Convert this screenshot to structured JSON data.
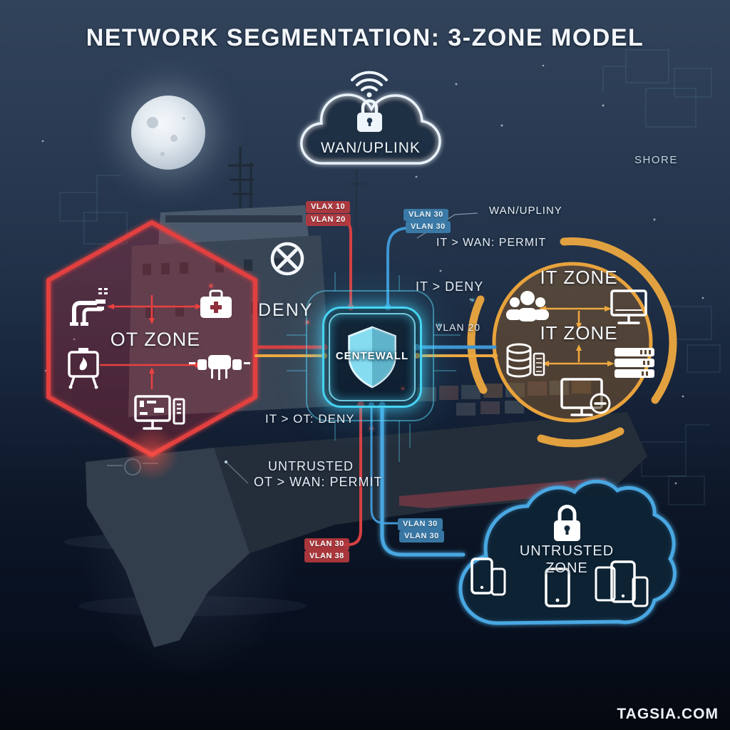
{
  "title": "NETWORK SEGMENTATION: 3-ZONE MODEL",
  "watermark": "TAGSIA.COM",
  "background": {
    "shore_label": "SHORE"
  },
  "wan_cloud": {
    "label": "WAN/UPLINK"
  },
  "firewall": {
    "label": "CENTEWALL"
  },
  "ot_zone": {
    "label": "OT ZONE"
  },
  "it_zone": {
    "label_top": "IT ZONE",
    "label_center": "IT ZONE"
  },
  "untrusted_zone": {
    "label_line1": "UNTRUSTED",
    "label_line2": "ZONE"
  },
  "vlan_badges": {
    "top_red": [
      {
        "label": "VLAX 10"
      },
      {
        "label": "VLAN 20"
      }
    ],
    "top_blue": [
      {
        "label": "VLAN 30"
      },
      {
        "label": "VLAN 30"
      }
    ],
    "bottom_blue": [
      {
        "label": "VLAN 30"
      },
      {
        "label": "VLAN 30"
      }
    ],
    "bottom_red": [
      {
        "label": "VLAN 30"
      },
      {
        "label": "VLAN 38"
      }
    ]
  },
  "annotations": {
    "deny_left": "DENY",
    "wan_uplink_right": "WAN/UPLINY",
    "it_wan_permit": "IT > WAN: PERMIT",
    "it_deny": "IT > DENY",
    "vlan20_right": "VLAN 20",
    "it_ot_deny": "IT > OT: DENY",
    "untrusted_note": "UNTRUSTED",
    "ot_wan_permit": "OT > WAN: PERMIT"
  },
  "icons": {
    "wan_wifi": "wifi-icon",
    "wan_lock": "lock-icon",
    "untrusted_lock": "lock-icon",
    "firewall_shield": "shield-icon",
    "deny_marker": "circle-x-icon",
    "ot_icons": [
      "pipes-icon",
      "toolbox-icon",
      "boiler-icon",
      "robot-icon",
      "hmi-monitor-icon"
    ],
    "it_icons": [
      "users-icon",
      "monitor-icon",
      "database-icon",
      "server-rack-icon",
      "monitor-badge-icon"
    ],
    "untrusted_icons": [
      "phones-icon",
      "phone-icon",
      "phones-icon"
    ]
  },
  "colors": {
    "ot_red": "#e2413f",
    "it_orange": "#eda83f",
    "untrusted_blue": "#49a8e2",
    "firewall_cyan": "#46d4f2",
    "wan_line_white": "#f0f6fa",
    "badge_red_bg": "#b63a3e",
    "badge_blue_bg": "#3d7fae"
  }
}
